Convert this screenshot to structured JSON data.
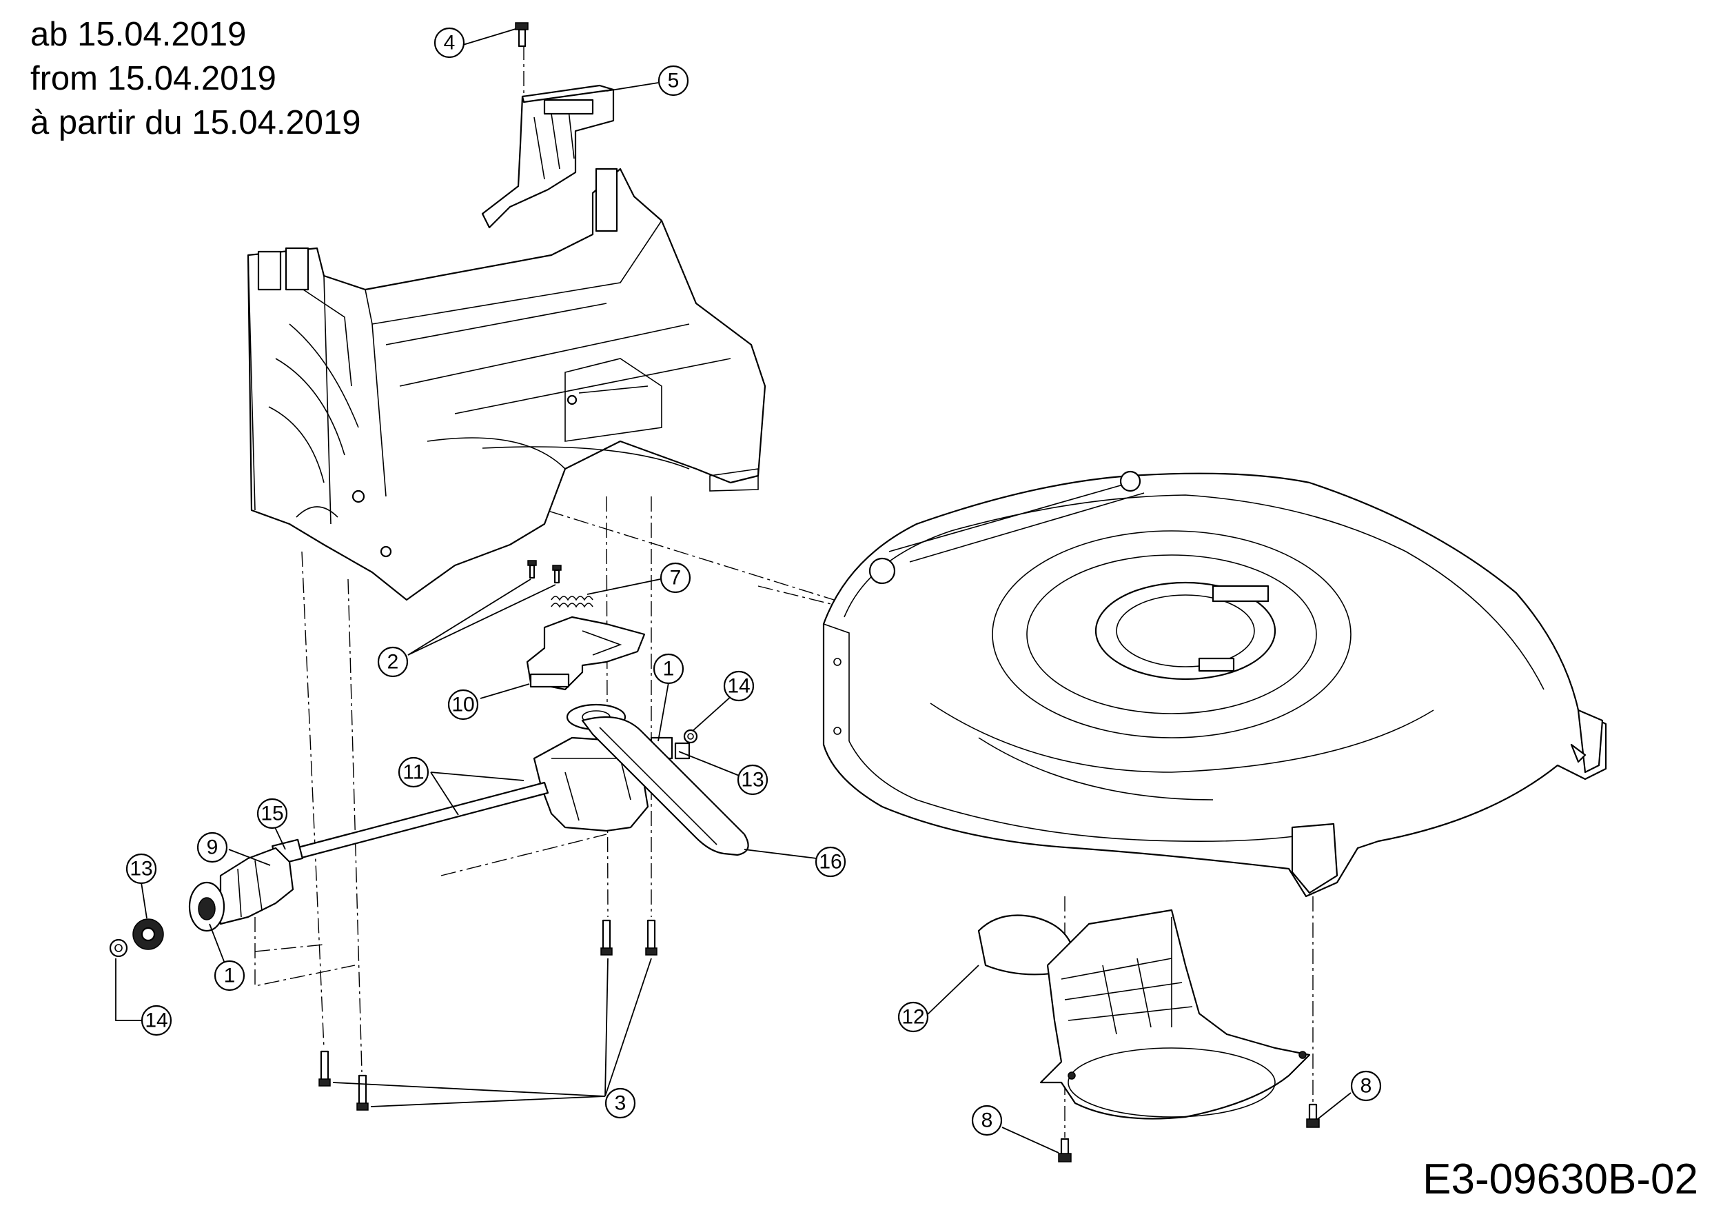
{
  "header": {
    "lines": [
      "ab 15.04.2019",
      "from 15.04.2019",
      "à partir du 15.04.2019"
    ]
  },
  "document_code": "E3-09630B-02",
  "callouts": [
    {
      "label": "1"
    },
    {
      "label": "1"
    },
    {
      "label": "2"
    },
    {
      "label": "3"
    },
    {
      "label": "4"
    },
    {
      "label": "5"
    },
    {
      "label": "7"
    },
    {
      "label": "8"
    },
    {
      "label": "8"
    },
    {
      "label": "9"
    },
    {
      "label": "10"
    },
    {
      "label": "11"
    },
    {
      "label": "12"
    },
    {
      "label": "13"
    },
    {
      "label": "13"
    },
    {
      "label": "14"
    },
    {
      "label": "14"
    },
    {
      "label": "15"
    },
    {
      "label": "16"
    }
  ]
}
